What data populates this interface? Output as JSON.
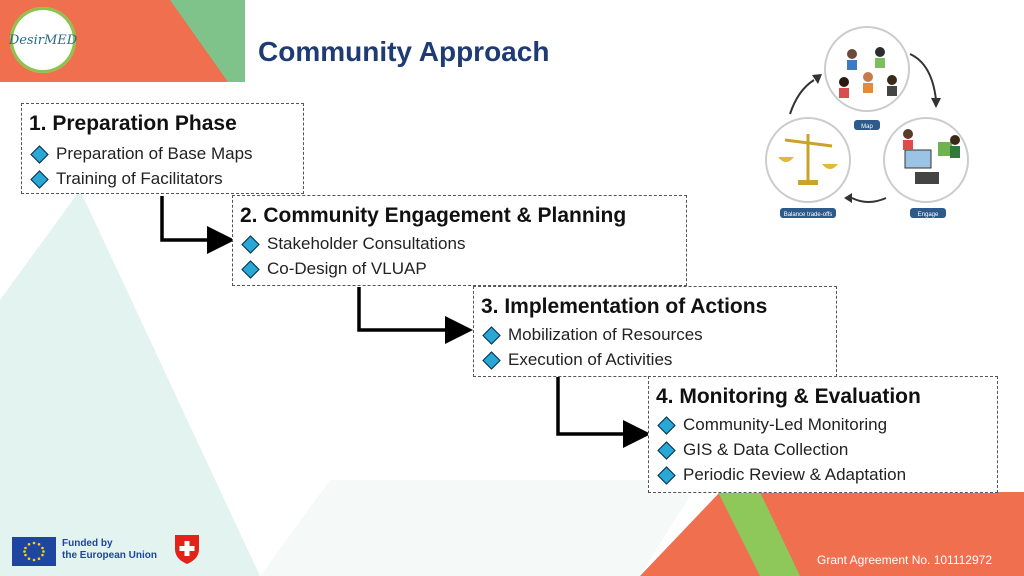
{
  "header": {
    "title": "Community Approach",
    "logo_text": "DesirMED"
  },
  "phases": [
    {
      "title": "1. Preparation Phase",
      "items": [
        "Preparation of Base Maps",
        "Training of Facilitators"
      ]
    },
    {
      "title": "2. Community Engagement & Planning",
      "items": [
        "Stakeholder Consultations",
        "Co-Design of VLUAP"
      ]
    },
    {
      "title": "3. Implementation of Actions",
      "items": [
        "Mobilization of Resources",
        "Execution of Activities"
      ]
    },
    {
      "title": "4. Monitoring & Evaluation",
      "items": [
        "Community-Led Monitoring",
        "GIS & Data Collection",
        "Periodic Review & Adaptation"
      ]
    }
  ],
  "cycle_diagram": {
    "labels": [
      "Map",
      "Engage",
      "Balance trade-offs"
    ]
  },
  "footer": {
    "funding_line1": "Funded by",
    "funding_line2": "the European Union",
    "grant": "Grant Agreement No. 101112972"
  },
  "colors": {
    "title": "#1f3b73",
    "accent_orange": "#ef6f4f",
    "accent_green": "#8ac44a",
    "diamond": "#29a8d6"
  }
}
